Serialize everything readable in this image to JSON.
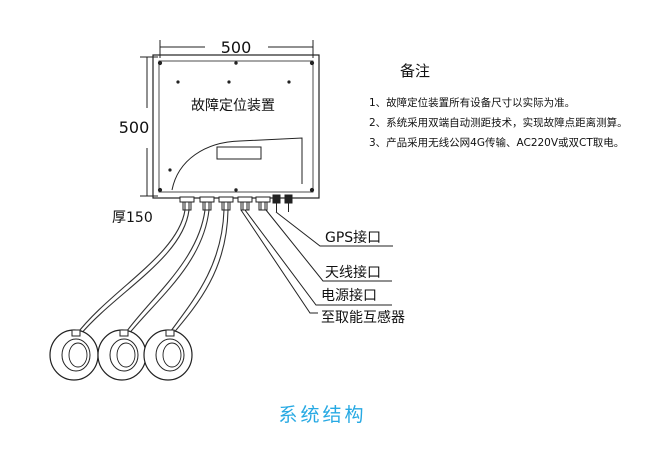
{
  "dimensions": {
    "width_label": "500",
    "height_label": "500",
    "thickness_label": "厚150"
  },
  "device": {
    "title": "故障定位装置"
  },
  "notes": {
    "title": "备注",
    "items": [
      "1、故障定位装置所有设备尺寸以实际为准。",
      "2、系统采用双端自动测距技术，实现故障点距离测算。",
      "3、产品采用无线公网4G传输、AC220V或双CT取电。"
    ]
  },
  "callouts": {
    "gps": "GPS接口",
    "antenna": "天线接口",
    "power": "电源接口",
    "sensor": "至取能互感器"
  },
  "caption": "系统结构"
}
